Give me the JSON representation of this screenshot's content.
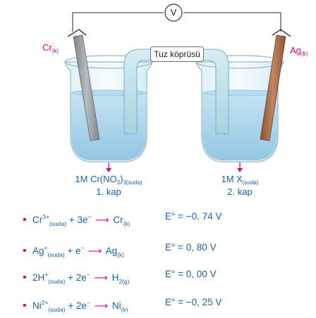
{
  "voltmeter": {
    "symbol": "V"
  },
  "electrodes": {
    "left": {
      "symbol": "Cr",
      "state": "(k)"
    },
    "right": {
      "symbol": "Ag",
      "state": "(k)"
    }
  },
  "salt_bridge": {
    "label": "Tuz köprüsü"
  },
  "beakers": {
    "left": {
      "solution_pre": "1M Cr(NO",
      "solution_sub1": "3",
      "solution_post": ")",
      "solution_sub2": "3(suda)",
      "name": "1. kap"
    },
    "right": {
      "solution_pre": "1M X",
      "solution_sub": "(suda)",
      "name": "2. kap"
    }
  },
  "reactions": [
    {
      "ion": "Cr",
      "charge": "3+",
      "ion_state": "(suda)",
      "electrons": "+ 3e",
      "product": "Cr",
      "product_state": "(k)",
      "potential": "E° = −0, 74 V"
    },
    {
      "ion": "Ag",
      "charge": "+",
      "ion_state": "(suda)",
      "electrons": "+ e",
      "product": "Ag",
      "product_state": "(k)",
      "potential": "E° = 0, 80 V"
    },
    {
      "ion": "2H",
      "charge": "+",
      "ion_state": "(suda)",
      "electrons": "+ 2e",
      "product": "H",
      "product_state": "2(g)",
      "potential": "E° = 0, 00 V"
    },
    {
      "ion": "Ni",
      "charge": "2+",
      "ion_state": "(suda)",
      "electrons": "+ 2e",
      "product": "Ni",
      "product_state": "(k)",
      "potential": "E° = −0, 25 V"
    }
  ],
  "colors": {
    "magenta": "#e6007e",
    "blue_text": "#1a5fb4",
    "solution": "#a9d4ec",
    "cr_electrode": "#9aa0a6",
    "ag_electrode": "#b0714f",
    "salt_bridge": "#b9dde8"
  }
}
